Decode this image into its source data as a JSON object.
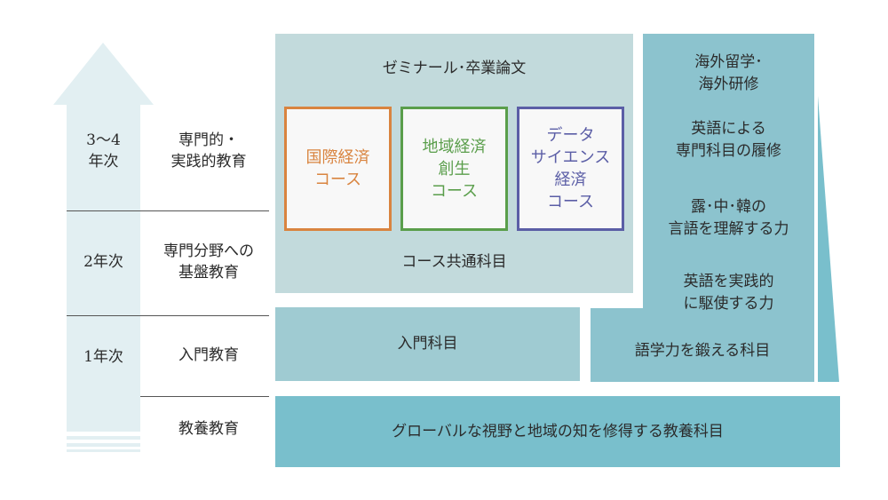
{
  "years": {
    "y34": "3〜4\n年次",
    "y2": "2年次",
    "y1": "1年次"
  },
  "stages": {
    "specialized": "専門的・\n実践的教育",
    "foundation": "専門分野への\n基盤教育",
    "intro": "入門教育",
    "liberal": "教養教育"
  },
  "center": {
    "seminar": "ゼミナール･卒業論文",
    "common": "コース共通科目",
    "intro_subjects": "入門科目",
    "liberal_subjects": "グローバルな視野と地域の知を修得する教養科目"
  },
  "courses": [
    {
      "label": "国際経済\nコース",
      "color": "#d9843f"
    },
    {
      "label": "地域経済\n創生\nコース",
      "color": "#5a9e4b"
    },
    {
      "label": "データ\nサイエンス\n経済\nコース",
      "color": "#5b5ea6"
    }
  ],
  "language": {
    "study_abroad": "海外留学･\n海外研修",
    "english_specialized": "英語による\n専門科目の履修",
    "asian_languages": "露･中･韓の\n言語を理解する力",
    "english_practical": "英語を実践的\nに駆使する力",
    "training": "語学力を鍛える科目"
  },
  "colors": {
    "arrow": "#e2eff2",
    "center_light": "#c2dadc",
    "mid_teal": "#9fcbd2",
    "right_teal": "#8cc3ce",
    "bottom_teal": "#79bfcc"
  }
}
